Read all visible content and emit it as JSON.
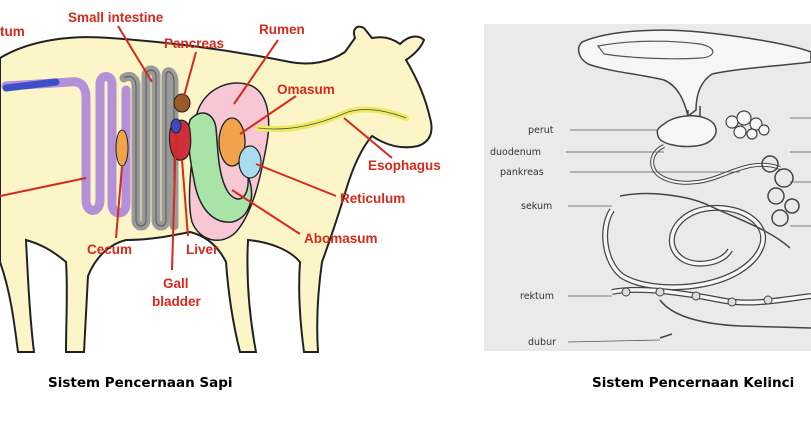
{
  "cow_diagram": {
    "labels": {
      "rectum_fragment": "tum",
      "small_intestine": "Small intestine",
      "pancreas": "Pancreas",
      "rumen": "Rumen",
      "omasum": "Omasum",
      "esophagus": "Esophagus",
      "reticulum": "Reticulum",
      "abomasum": "Abomasum",
      "cecum": "Cecum",
      "liver": "Liver",
      "gall_line1": "Gall",
      "gall_line2": "bladder"
    },
    "caption": "Sistem Pencernaan Sapi"
  },
  "rabbit_diagram": {
    "labels": {
      "perut": "perut",
      "duodenum": "duodenum",
      "pankreas": "pankreas",
      "sekum": "sekum",
      "rektum": "rektum",
      "dubur": "dubur"
    },
    "caption": "Sistem Pencernaan Kelinci"
  },
  "colors": {
    "label_red": "#d42a1c",
    "cow_body": "#fbf5c8",
    "rumen": "#f7c7d6",
    "small_intestine": "#9a9a9a",
    "large_intestine": "#b490d8",
    "rectum": "#3c4fc7",
    "liver": "#cf2f3c",
    "omasum": "#f0a34a",
    "abomasum": "#a8e3a8",
    "reticulum": "#a9dcef",
    "esophagus": "#ecea5e",
    "rabbit_panel_bg": "#eaeaea"
  }
}
